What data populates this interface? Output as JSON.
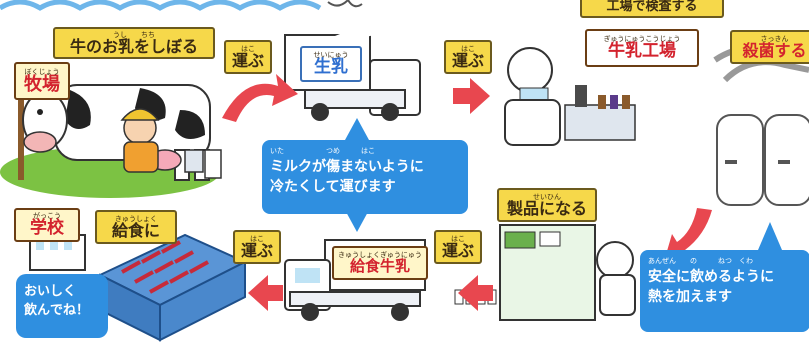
{
  "top": {
    "banner_text": "工場で検査する"
  },
  "steps": {
    "milking": {
      "ruby": "うし　　ちち",
      "label": "牛のお乳をしぼる"
    },
    "carry1": {
      "ruby": "はこ",
      "label": "運ぶ"
    },
    "carry2": {
      "ruby": "はこ",
      "label": "運ぶ"
    },
    "factory": {
      "ruby": "ぎゅうにゅうこうじょう",
      "label": "牛乳工場"
    },
    "sterilize": {
      "ruby": "さっきん",
      "label": "殺菌する"
    },
    "product": {
      "ruby": "せいひん",
      "label": "製品になる"
    },
    "carry3": {
      "ruby": "はこ",
      "label": "運ぶ"
    },
    "carry4": {
      "ruby": "はこ",
      "label": "運ぶ"
    },
    "lunch": {
      "ruby": "きゅうしょく",
      "label": "給食に"
    }
  },
  "signs": {
    "farm": {
      "ruby": "ぼくじょう",
      "label": "牧場"
    },
    "school": {
      "ruby": "がっこう",
      "label": "学校"
    },
    "truck1": {
      "ruby": "せいにゅう",
      "label": "生乳"
    },
    "truck2": {
      "ruby": "きゅうしょくぎゅうにゅう",
      "label": "給食牛乳"
    }
  },
  "callouts": {
    "cold": {
      "ruby": "いた　　　　　　つめ　　　はこ",
      "line1": "ミルクが傷まないように",
      "line2": "冷たくして運びます"
    },
    "safe": {
      "ruby": "あんぜん　　の　　　ねつ　くわ",
      "line1": "安全に飲めるように",
      "line2": "熱を加えます"
    },
    "enjoy": {
      "line1": "おいしく",
      "line2": "飲んでね！"
    }
  },
  "colors": {
    "label_yellow": "#f6d84a",
    "callout_blue": "#2f8fe0",
    "arrow_red": "#e8474f",
    "sign_red": "#d3232e"
  }
}
